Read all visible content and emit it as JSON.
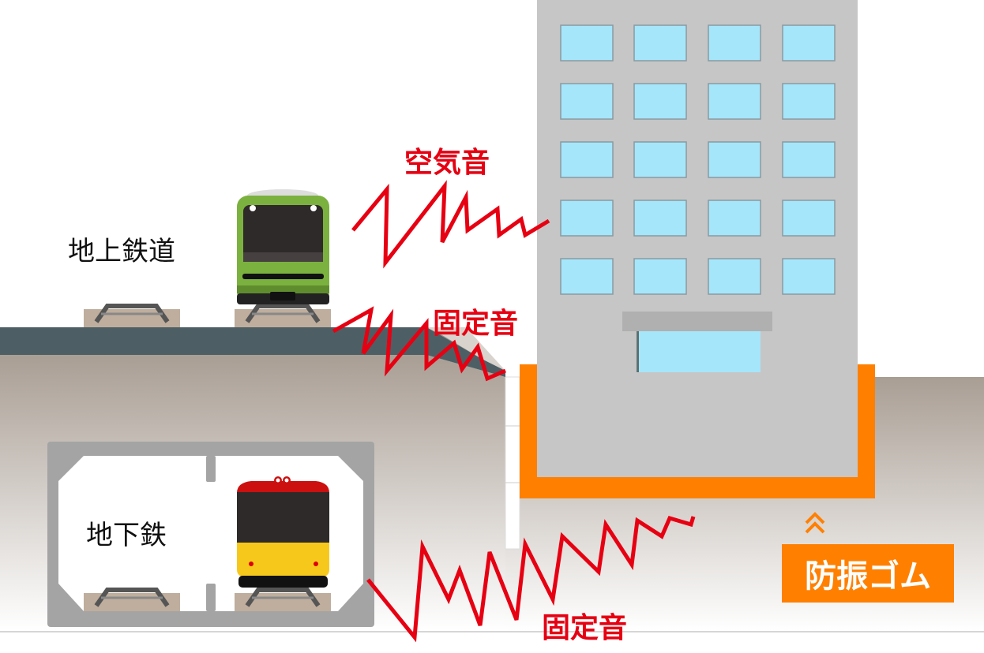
{
  "labels": {
    "surface_railway": "地上鉄道",
    "subway": "地下鉄",
    "airborne_sound": "空気音",
    "structure_sound_top": "固定音",
    "structure_sound_bottom": "固定音",
    "anti_vibration_rubber": "防振ゴム"
  },
  "colors": {
    "sound_red": "#e60012",
    "rubber_orange": "#ff8000",
    "building_gray": "#c6c6c6",
    "window_blue": "#a5e6fb",
    "viaduct": "#4d5f64",
    "green_train": "#7bb13f",
    "subway_yellow": "#f7c81c"
  }
}
